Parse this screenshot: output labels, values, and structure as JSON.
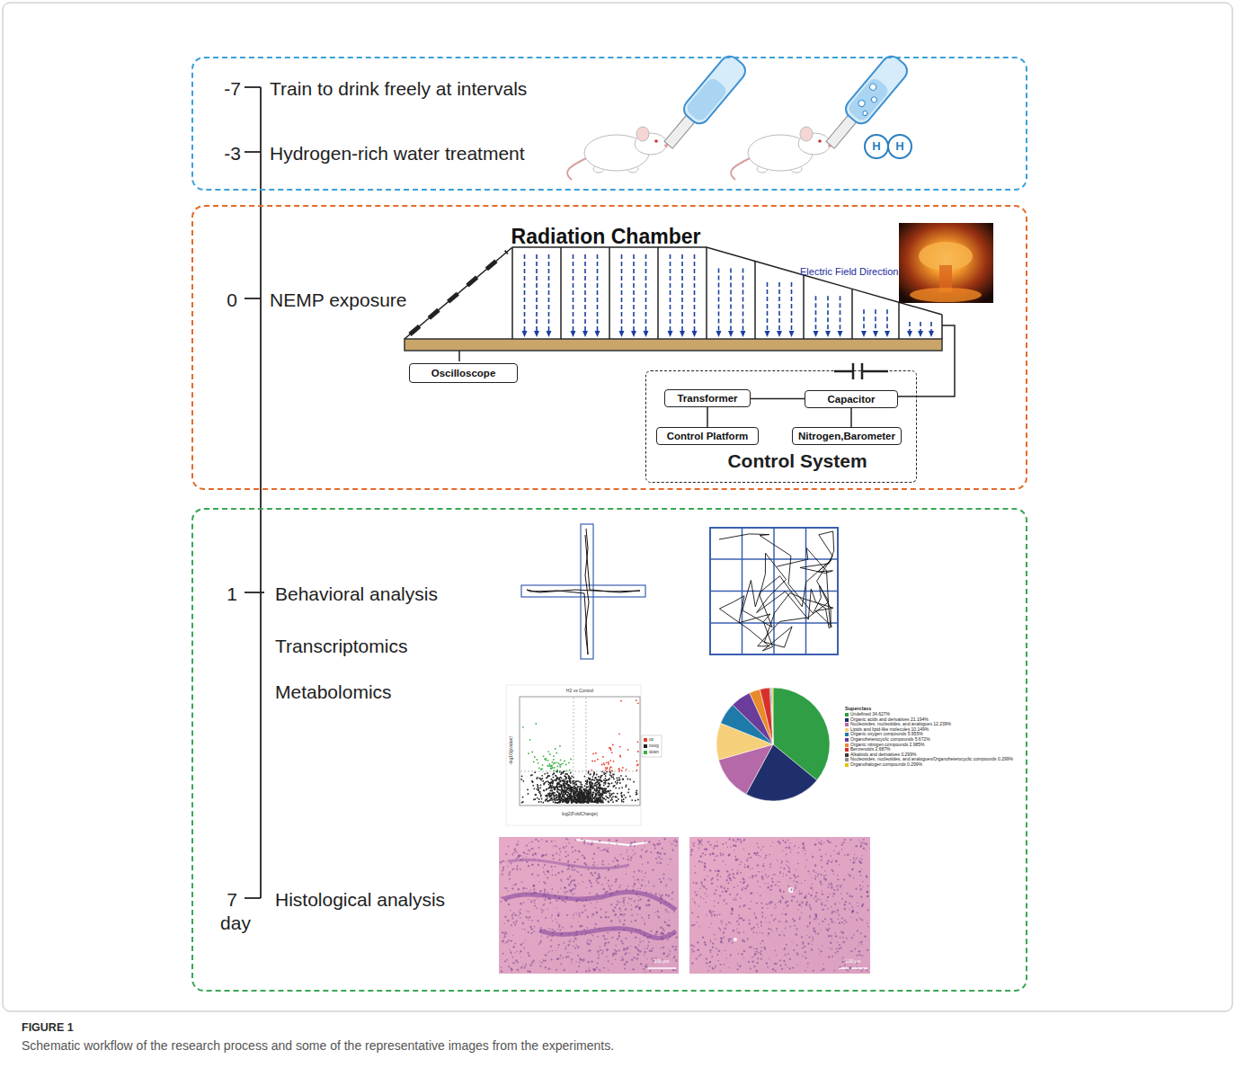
{
  "diagram": {
    "caption": "Schematic workflow of the research process and some of the representative images from the experiments.",
    "nodes": [
      {
        "text": [
          "-7",
          "Train to drink freely at intervals",
          "-3",
          "Hydrogen-rich water treatment"
        ]
      },
      {
        "text": [
          "0",
          "NEMP exposure"
        ]
      },
      {
        "text": [
          "Oscilloscope"
        ],
        "in": 1
      },
      {
        "text": [
          "Control System"
        ],
        "in": 1
      },
      {
        "text": [
          "Transformer"
        ],
        "in": 3
      },
      {
        "text": [
          "Capacitor"
        ],
        "in": 3
      },
      {
        "text": [
          "Control Platform"
        ],
        "in": 3
      },
      {
        "text": [
          "Nitrogen,Barometer"
        ],
        "in": 3
      },
      {
        "text": [
          "1",
          "Behavioral analysis",
          "Transcriptomics",
          "Metabolomics",
          "7",
          "day",
          "Histological analysis"
        ]
      }
    ],
    "edges": [
      {
        "from": 4,
        "to": 5,
        "arrow": "none"
      },
      {
        "from": 4,
        "to": 6,
        "arrow": "none"
      },
      {
        "from": 5,
        "to": 7,
        "arrow": "none"
      }
    ],
    "labels": [
      "H",
      "H",
      "Radiation Chamber",
      "Electric Field Direction",
      "H2 vs Control",
      "-log10(pvalue)",
      "log2(FoldChange)",
      "up",
      "nosig",
      "down",
      "Superclass",
      "100 μm",
      "100 μm",
      "FIGURE 1"
    ],
    "legend": [
      {
        "text": "Undefined 34.627%",
        "color": "#2f9e44"
      },
      {
        "text": "Organic acids and derivatives 21.194%",
        "color": "#1f2f6b"
      },
      {
        "text": "Nucleosides, nucleotides, and analogues 12.239%",
        "color": "#b569a8"
      },
      {
        "text": "Lipids and lipid-like molecules 10.149%",
        "color": "#f5cf7a"
      },
      {
        "text": "Organic oxygen compounds 5.955%",
        "color": "#1e7aa8"
      },
      {
        "text": "Organoheterocyclic compounds 5.672%",
        "color": "#6a3d9a"
      },
      {
        "text": "Organic nitrogen compounds 2.985%",
        "color": "#e98a2a"
      },
      {
        "text": "Benzenoids 2.687%",
        "color": "#d7302a"
      },
      {
        "text": "Alkaloids and derivatives 0.299%",
        "color": "#3a3a3a"
      },
      {
        "text": "Nucleosides, nucleotides, and analogues/Organoheterocyclic compounds 0.299%",
        "color": "#8c8c8c"
      },
      {
        "text": "Organohalogen compounds 0.299%",
        "color": "#e6c300"
      }
    ]
  }
}
